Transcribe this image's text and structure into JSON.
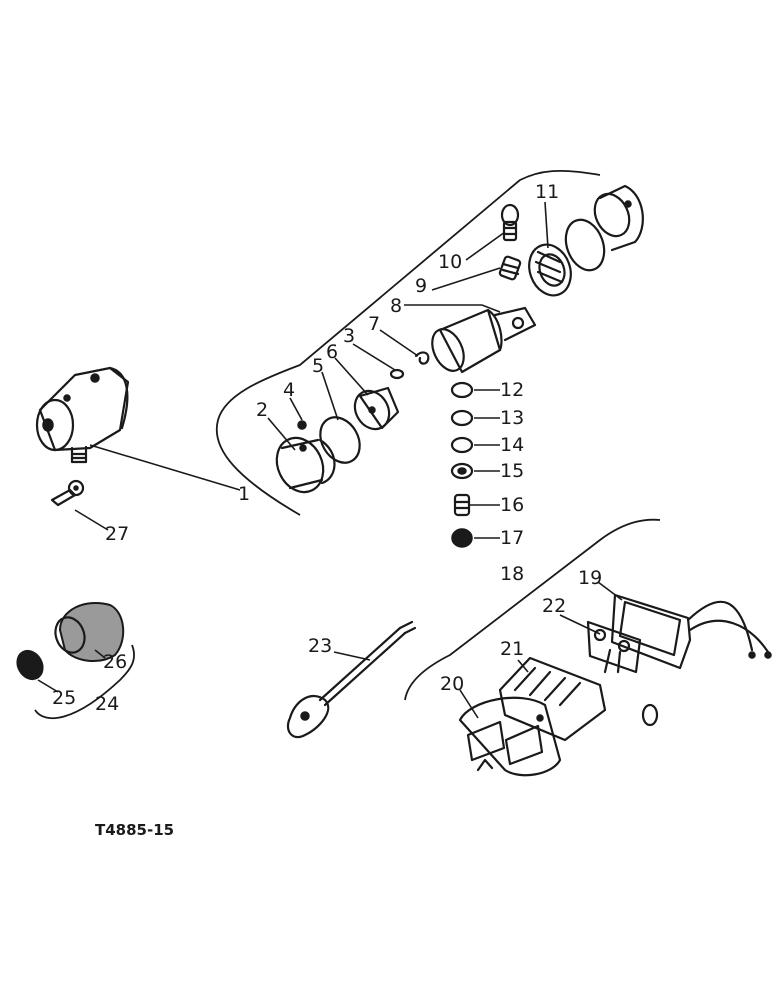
{
  "figure_code": "T4885-15",
  "callouts": [
    "1",
    "2",
    "3",
    "4",
    "5",
    "6",
    "7",
    "8",
    "9",
    "10",
    "11",
    "12",
    "13",
    "14",
    "15",
    "16",
    "17",
    "18",
    "19",
    "20",
    "21",
    "22",
    "23",
    "24",
    "25",
    "26",
    "27"
  ]
}
